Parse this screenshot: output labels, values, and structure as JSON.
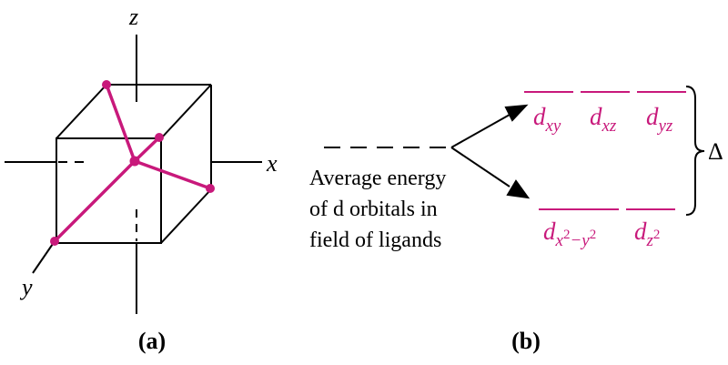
{
  "panel_a": {
    "label": "(a)",
    "axes": {
      "z": "z",
      "x": "x",
      "y": "y"
    }
  },
  "panel_b": {
    "label": "(b)",
    "description_lines": [
      "Average energy",
      "of d orbitals in",
      "field of ligands"
    ],
    "upper_orbitals": [
      {
        "base": "d",
        "sub": "xy"
      },
      {
        "base": "d",
        "sub": "xz"
      },
      {
        "base": "d",
        "sub": "yz"
      }
    ],
    "lower_orbitals": [
      {
        "base": "d",
        "sub_parts": [
          "x",
          "2",
          "−y",
          "2"
        ]
      },
      {
        "base": "d",
        "sub_parts": [
          "z",
          "2"
        ]
      }
    ],
    "splitting_label": "Δ"
  },
  "colors": {
    "ligand": "#C8197B",
    "line": "#000000"
  }
}
